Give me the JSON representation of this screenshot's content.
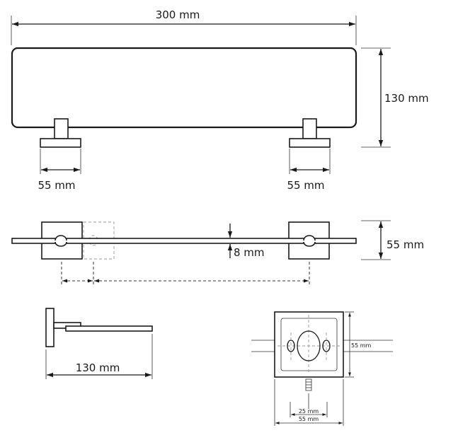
{
  "dimensions": {
    "overall_width": "300 mm",
    "overall_height": "130 mm",
    "bracket_left_width": "55 mm",
    "bracket_right_width": "55 mm",
    "bracket_height_side": "55 mm",
    "glass_thickness": "8 mm",
    "depth": "130 mm",
    "detail_height": "55 mm",
    "detail_hole_spacing": "25 mm",
    "detail_width": "55 mm"
  },
  "colors": {
    "line": "#1a1a1a",
    "hidden": "#999999"
  }
}
